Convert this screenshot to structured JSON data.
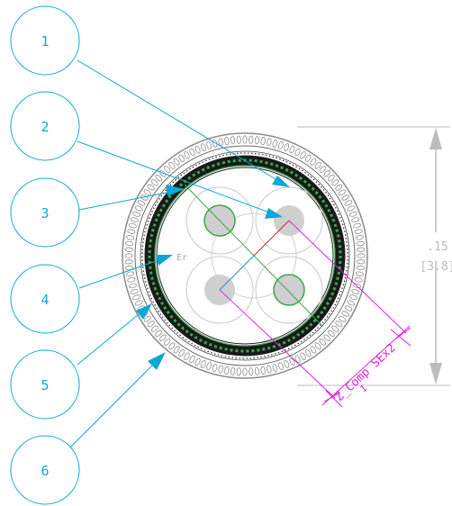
{
  "callouts": [
    {
      "label": "1"
    },
    {
      "label": "2"
    },
    {
      "label": "3"
    },
    {
      "label": "4"
    },
    {
      "label": "5"
    },
    {
      "label": "6"
    }
  ],
  "dimension": {
    "value": ".15",
    "value_alt": "[3.8]"
  },
  "annotations": {
    "er_label": "Er",
    "pair_label": "Z_Comp SEx2",
    "pair_sub": "I"
  },
  "colors": {
    "callout": "#0aa7d8",
    "shield_green": "#3aa64a",
    "dimension_gray": "#b8b8b8",
    "magenta": "#e020e0",
    "red": "#e02020",
    "blue": "#2090e0",
    "conductor": "#cfcfcf"
  }
}
